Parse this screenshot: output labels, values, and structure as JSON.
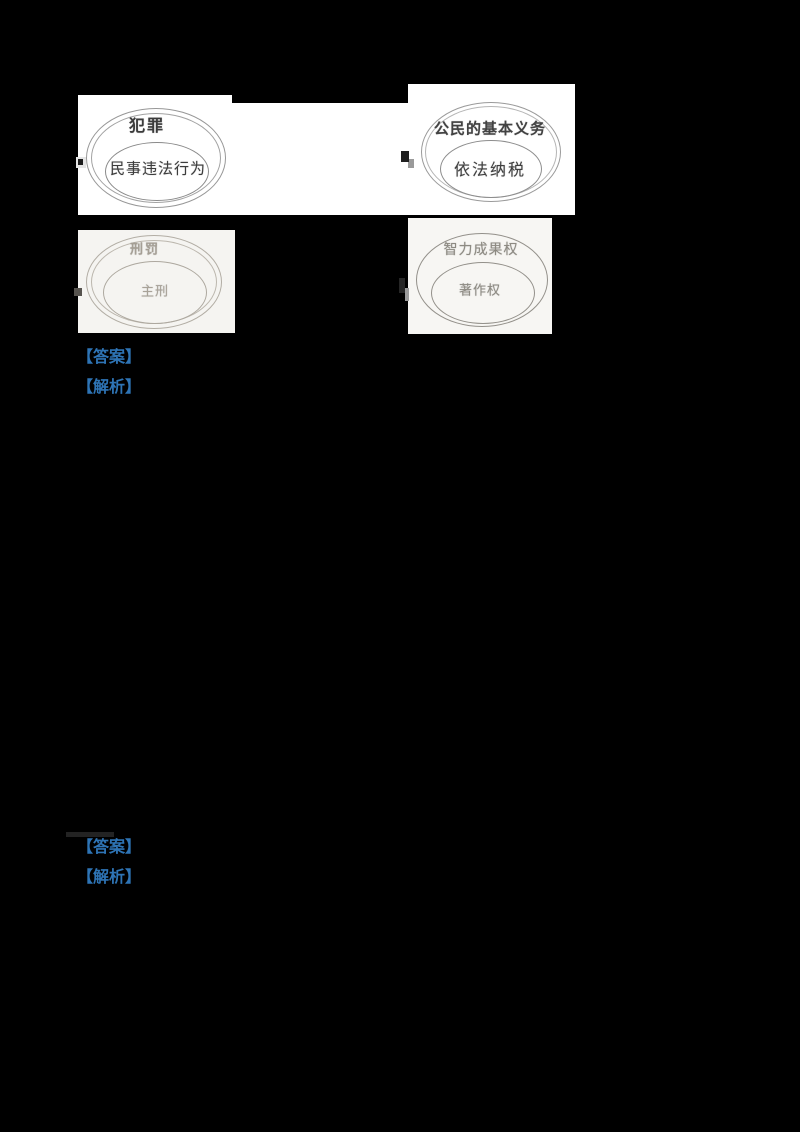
{
  "document": {
    "background": "#000000",
    "accent_blue": "#2e74b5",
    "diagrams": [
      {
        "id": "A",
        "outer_label": "犯罪",
        "inner_label": "民事违法行为"
      },
      {
        "id": "B",
        "outer_label": "公民的基本义务",
        "inner_label": "依法纳税"
      },
      {
        "id": "C",
        "outer_label": "刑罚",
        "inner_label": "主刑"
      },
      {
        "id": "D",
        "outer_label": "智力成果权",
        "inner_label": "著作权"
      }
    ],
    "answer_section_1": {
      "answer": "【答案】",
      "analysis": "【解析】"
    },
    "answer_section_2": {
      "answer": "【答案】",
      "analysis": "【解析】"
    }
  }
}
